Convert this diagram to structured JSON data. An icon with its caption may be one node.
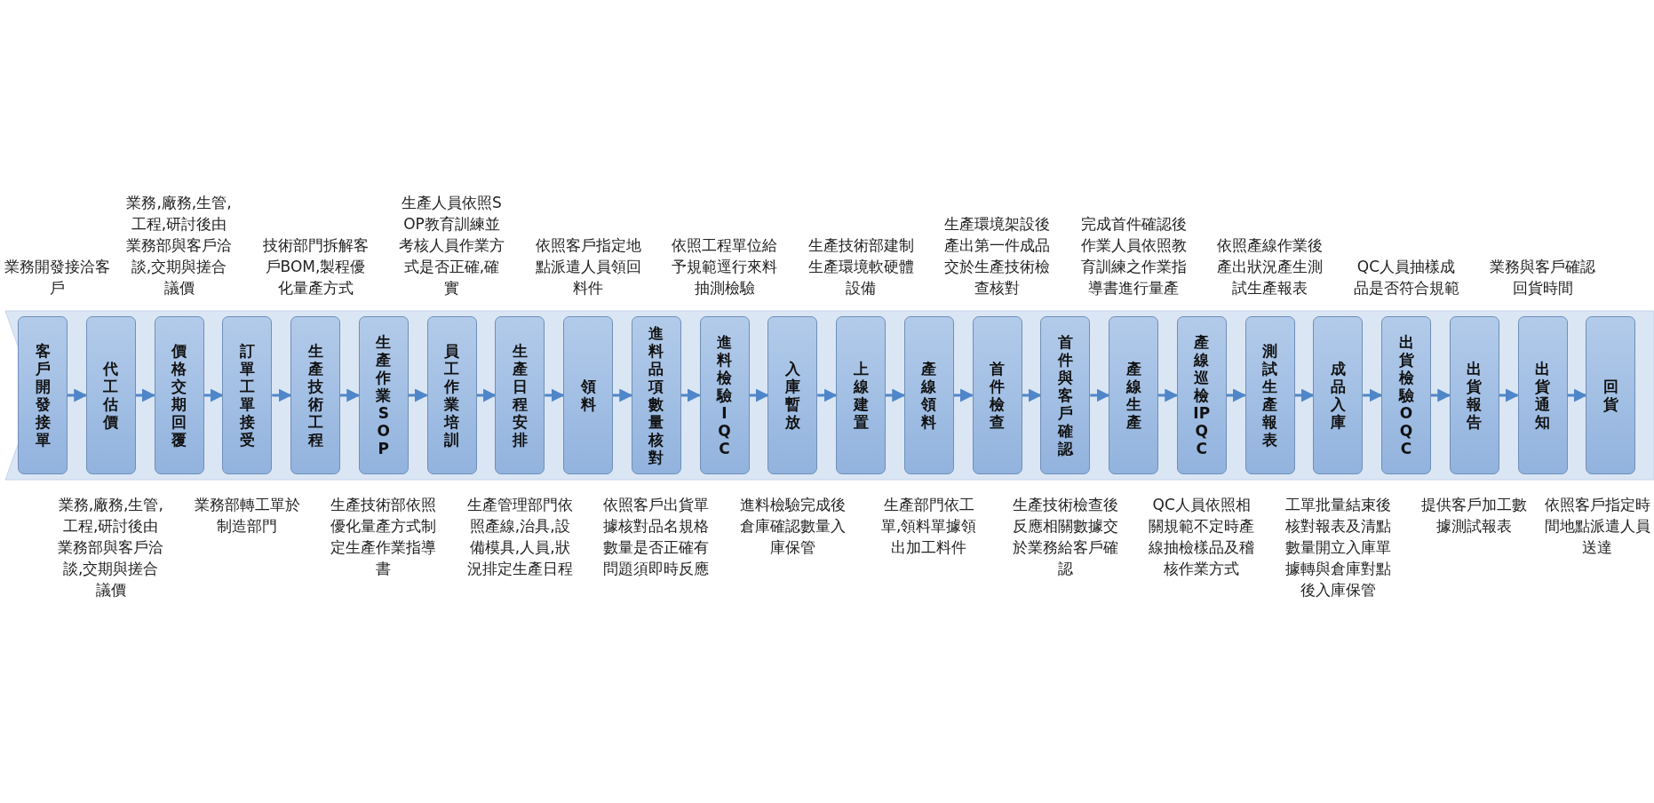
{
  "diagram": {
    "nodes": [
      {
        "text": [
          "客戶開發接單"
        ],
        "beside": [
          "業務開發接洽客戶"
        ]
      },
      {
        "text": [
          "代工估價"
        ],
        "beside": [
          "業務,廠務,生管,工程,研討後由業務部與客戶洽談,交期與搓合議價"
        ]
      },
      {
        "text": [
          "價格交期回覆"
        ],
        "beside": [
          "業務,廠務,生管,工程,研討後由業務部與客戶洽談,交期與搓合議價"
        ]
      },
      {
        "text": [
          "訂單工單接受"
        ],
        "beside": [
          "業務部轉工單於制造部門"
        ]
      },
      {
        "text": [
          "生產技術工程"
        ],
        "beside": [
          "技術部門拆解客戶BOM,製程優化量產方式"
        ]
      },
      {
        "text": [
          "生產作業SOP"
        ],
        "beside": [
          "生產技術部依照優化量產方式制定生產作業指導書"
        ]
      },
      {
        "text": [
          "員工作業培訓"
        ],
        "beside": [
          "生產人員依照SOP教育訓練並考核人員作業方式是否正確,確實"
        ]
      },
      {
        "text": [
          "生產日程安排"
        ],
        "beside": [
          "生產管理部門依照產線,治具,設備模具,人員,狀況排定生產日程"
        ]
      },
      {
        "text": [
          "領料"
        ],
        "beside": [
          "依照客戶指定地點派遣人員領回料件"
        ]
      },
      {
        "text": [
          "進料品項數量核對"
        ],
        "beside": [
          "依照客戶出貨單據核對品名規格數量是否正確有問題須即時反應"
        ]
      },
      {
        "text": [
          "進料檢驗IQC"
        ],
        "beside": [
          "依照工程單位給予規範逕行來料抽測檢驗"
        ]
      },
      {
        "text": [
          "入庫暫放"
        ],
        "beside": [
          "進料檢驗完成後倉庫確認數量入庫保管"
        ]
      },
      {
        "text": [
          "上線建置"
        ],
        "beside": [
          "生產技術部建制生產環境軟硬體設備"
        ]
      },
      {
        "text": [
          "產線領料"
        ],
        "beside": [
          "生產部門依工單,領料單據領出加工料件"
        ]
      },
      {
        "text": [
          "首件檢查"
        ],
        "beside": [
          "生產環境架設後產出第一件成品交於生產技術檢查核對"
        ]
      },
      {
        "text": [
          "首件與客戶確認"
        ],
        "beside": [
          "生產技術檢查後反應相關數據交於業務給客戶確認"
        ]
      },
      {
        "text": [
          "產線生產"
        ],
        "beside": [
          "完成首件確認後作業人員依照教育訓練之作業指導書進行量產"
        ]
      },
      {
        "text": [
          "產線巡檢IPQC"
        ],
        "beside": [
          "QC人員依照相關規範不定時產線抽檢樣品及稽核作業方式"
        ]
      },
      {
        "text": [
          "測試生產報表"
        ],
        "beside": [
          "依照產線作業後產出狀況產生測試生產報表"
        ]
      },
      {
        "text": [
          "成品入庫"
        ],
        "beside": [
          "工單批量結束後核對報表及清點數量開立入庫單據轉與倉庫對點後入庫保管"
        ]
      },
      {
        "text": [
          "出貨檢驗OQC"
        ],
        "beside": [
          "QC人員抽樣成品是否符合規範"
        ]
      },
      {
        "text": [
          "出貨報告"
        ],
        "beside": [
          "提供客戶加工數據測試報表"
        ]
      },
      {
        "text": [
          "出貨通知"
        ],
        "beside": [
          "業務與客戶確認回貨時間"
        ]
      },
      {
        "text": [
          "回貨"
        ],
        "beside": [
          "依照客戶指定時間地點派遣人員送達"
        ]
      }
    ],
    "edges": [
      {
        "from": 0,
        "to": 1,
        "arrow": "to"
      },
      {
        "from": 1,
        "to": 2,
        "arrow": "to"
      },
      {
        "from": 2,
        "to": 3,
        "arrow": "to"
      },
      {
        "from": 3,
        "to": 4,
        "arrow": "to"
      },
      {
        "from": 4,
        "to": 5,
        "arrow": "to"
      },
      {
        "from": 5,
        "to": 6,
        "arrow": "to"
      },
      {
        "from": 6,
        "to": 7,
        "arrow": "to"
      },
      {
        "from": 7,
        "to": 8,
        "arrow": "to"
      },
      {
        "from": 8,
        "to": 9,
        "arrow": "to"
      },
      {
        "from": 9,
        "to": 10,
        "arrow": "to"
      },
      {
        "from": 10,
        "to": 11,
        "arrow": "to"
      },
      {
        "from": 11,
        "to": 12,
        "arrow": "to"
      },
      {
        "from": 12,
        "to": 13,
        "arrow": "to"
      },
      {
        "from": 13,
        "to": 14,
        "arrow": "to"
      },
      {
        "from": 14,
        "to": 15,
        "arrow": "to"
      },
      {
        "from": 15,
        "to": 16,
        "arrow": "to"
      },
      {
        "from": 16,
        "to": 17,
        "arrow": "to"
      },
      {
        "from": 17,
        "to": 18,
        "arrow": "to"
      },
      {
        "from": 18,
        "to": 19,
        "arrow": "to"
      },
      {
        "from": 19,
        "to": 20,
        "arrow": "to"
      },
      {
        "from": 20,
        "to": 21,
        "arrow": "to"
      },
      {
        "from": 21,
        "to": 22,
        "arrow": "to"
      },
      {
        "from": 22,
        "to": 23,
        "arrow": "to"
      }
    ]
  }
}
